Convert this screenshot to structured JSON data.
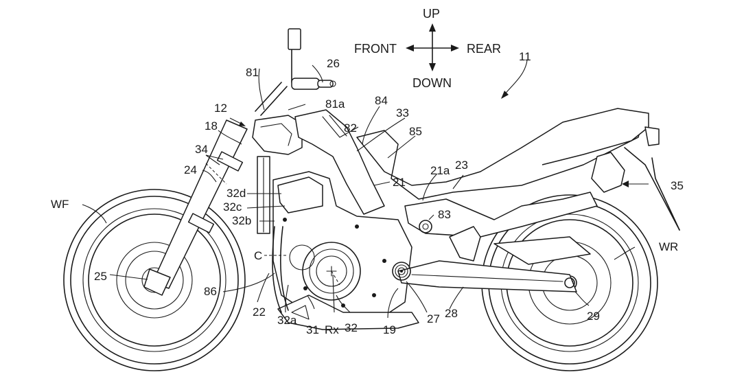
{
  "figure": {
    "title": "Motorcycle side view patent drawing",
    "vehicle_ref": "11",
    "direction_indicator": {
      "up": "UP",
      "down": "DOWN",
      "front": "FRONT",
      "rear": "REAR"
    },
    "labels": {
      "l11": "11",
      "l12": "12",
      "l18": "18",
      "l19": "19",
      "l21": "21",
      "l21a": "21a",
      "l22": "22",
      "l23": "23",
      "l24": "24",
      "l25": "25",
      "l26": "26",
      "l27": "27",
      "l28": "28",
      "l29": "29",
      "l31": "31",
      "l32": "32",
      "l32a": "32a",
      "l32b": "32b",
      "l32c": "32c",
      "l32d": "32d",
      "l33": "33",
      "l34": "34",
      "l35": "35",
      "l81": "81",
      "l81a": "81a",
      "l82": "82",
      "l83": "83",
      "l84": "84",
      "l85": "85",
      "l86": "86",
      "lC": "C",
      "lRx": "Rx",
      "lWF": "WF",
      "lWR": "WR"
    }
  }
}
